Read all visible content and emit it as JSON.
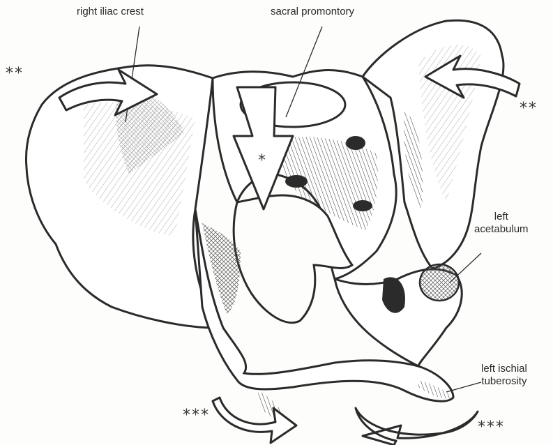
{
  "labels": {
    "right_iliac_crest": "right iliac crest",
    "sacral_promontory": "sacral promontory",
    "left_acetabulum_line1": "left",
    "left_acetabulum_line2": "acetabulum",
    "left_ischial_line1": "left ischial",
    "left_ischial_line2": "tuberosity"
  },
  "markers": {
    "single": "*",
    "double": "**",
    "triple": "***"
  },
  "colors": {
    "ink": "#2b2b2b",
    "hatch": "#7a7a7a",
    "paper": "#fdfdfb",
    "arrow_fill": "#ffffff"
  }
}
